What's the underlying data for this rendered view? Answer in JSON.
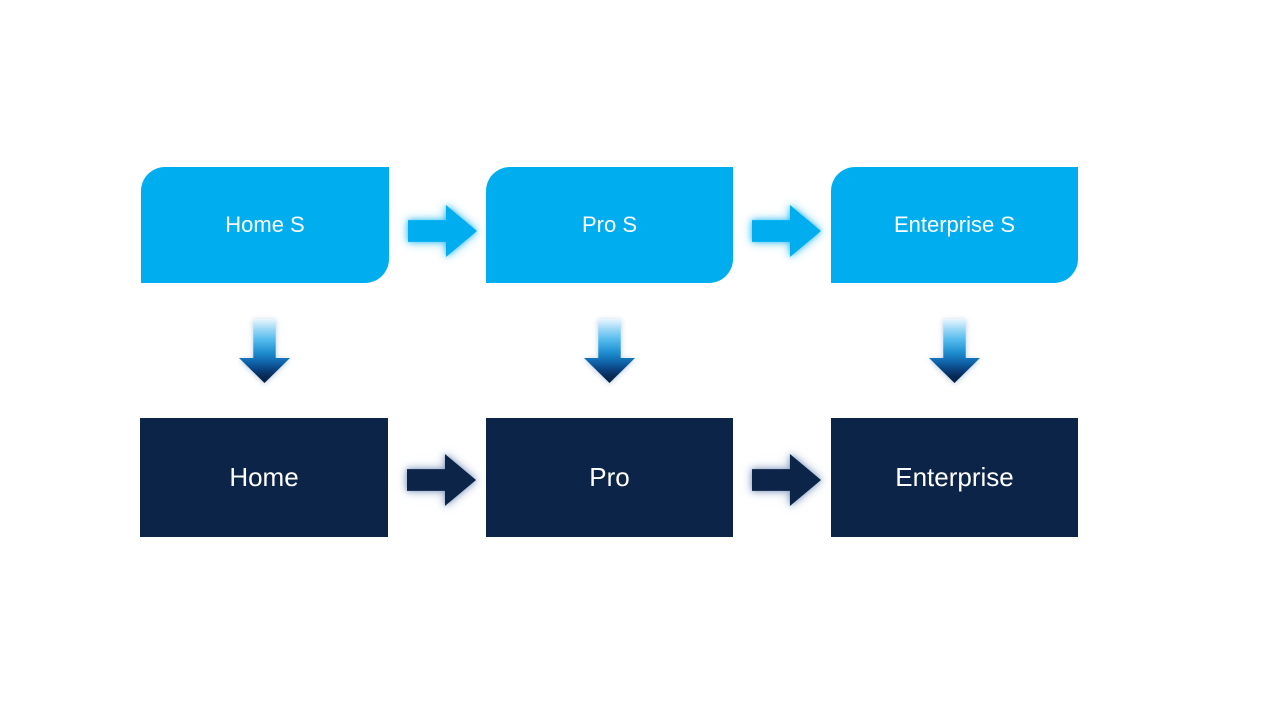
{
  "slide": {
    "background_color": "#FFFFFF",
    "nodes": {
      "top_row": [
        {
          "id": "home-s",
          "label": "Home S"
        },
        {
          "id": "pro-s",
          "label": "Pro S"
        },
        {
          "id": "enterprise-s",
          "label": "Enterprise S"
        }
      ],
      "bottom_row": [
        {
          "id": "home",
          "label": "Home"
        },
        {
          "id": "pro",
          "label": "Pro"
        },
        {
          "id": "enterprise",
          "label": "Enterprise"
        }
      ]
    },
    "connectors": [
      {
        "type": "right-arrow",
        "from": "Home S",
        "to": "Pro S",
        "style": "light-blue-glow"
      },
      {
        "type": "right-arrow",
        "from": "Pro S",
        "to": "Enterprise S",
        "style": "light-blue-glow"
      },
      {
        "type": "down-arrow",
        "from": "Home S",
        "to": "Home",
        "style": "blue-gradient"
      },
      {
        "type": "down-arrow",
        "from": "Pro S",
        "to": "Pro",
        "style": "blue-gradient"
      },
      {
        "type": "down-arrow",
        "from": "Enterprise S",
        "to": "Enterprise",
        "style": "blue-gradient"
      },
      {
        "type": "right-arrow",
        "from": "Home",
        "to": "Pro",
        "style": "dark-navy-glow"
      },
      {
        "type": "right-arrow",
        "from": "Pro",
        "to": "Enterprise",
        "style": "dark-navy-glow"
      }
    ],
    "colors": {
      "top_node_fill": "#00AEF0",
      "bottom_node_fill": "#0D2449",
      "node_text": "#FFFFFF"
    }
  }
}
